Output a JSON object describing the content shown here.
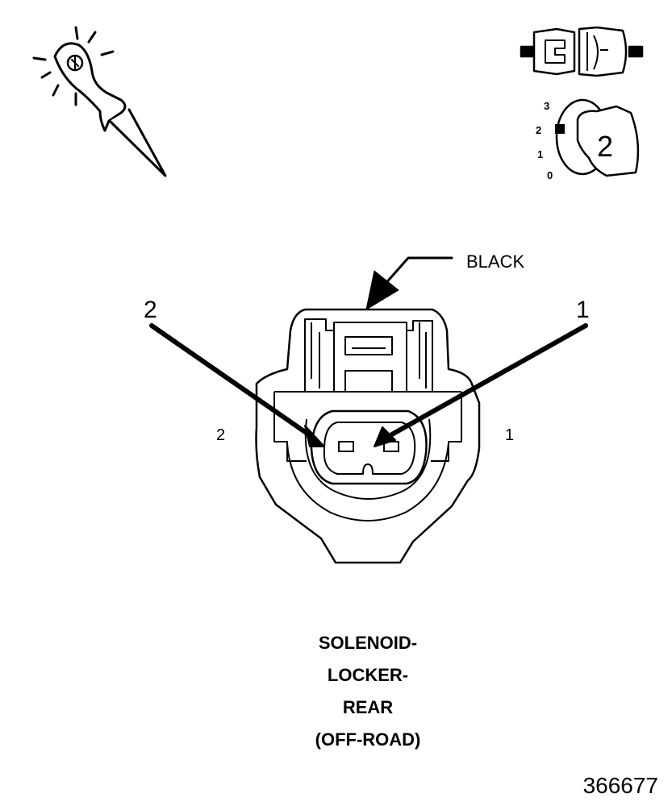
{
  "wire_color_label": "BLACK",
  "callouts": {
    "pin_left": "2",
    "pin_right": "1"
  },
  "cavity_labels": {
    "left": "2",
    "right": "1"
  },
  "key_icon": {
    "number": "2",
    "positions": [
      "3",
      "2",
      "1",
      "0"
    ]
  },
  "caption": {
    "line1": "SOLENOID-",
    "line2": "LOCKER-",
    "line3": "REAR",
    "line4": "(OFF-ROAD)"
  },
  "figure_number": "366677"
}
